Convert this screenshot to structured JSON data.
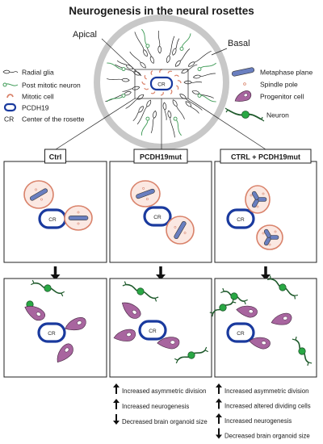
{
  "title": "Neurogenesis in the neural rosettes",
  "rosette": {
    "apical_label": "Apical",
    "basal_label": "Basal",
    "center_label": "CR"
  },
  "legend_left": [
    {
      "icon": "radial-glia-icon",
      "label": "Radial glia"
    },
    {
      "icon": "post-mitotic-neuron-icon",
      "label": "Post mitotic neuron"
    },
    {
      "icon": "mitotic-cell-icon",
      "label": "Mitotic cell"
    },
    {
      "icon": "pcdh19-icon",
      "label": "PCDH19"
    },
    {
      "icon": "cr-abbreviation",
      "prefix": "CR",
      "label": "Center of the rosette"
    }
  ],
  "legend_right": [
    {
      "icon": "metaphase-plane-icon",
      "label": "Metaphase plane"
    },
    {
      "icon": "spindle-pole-icon",
      "label": "Spindle pole"
    },
    {
      "icon": "progenitor-cell-icon",
      "label": "Progenitor cell"
    },
    {
      "icon": "neuron-icon",
      "label": "Neuron"
    }
  ],
  "conditions": [
    {
      "label": "Ctrl",
      "center_label": "CR"
    },
    {
      "label": "PCDH19mut",
      "center_label": "CR"
    },
    {
      "label": "CTRL + PCDH19mut",
      "center_label": "CR"
    }
  ],
  "outcomes": [
    {
      "items": []
    },
    {
      "items": [
        {
          "direction": "up",
          "text": "Increased asymmetric division"
        },
        {
          "direction": "up",
          "text": "Increased neurogenesis"
        },
        {
          "direction": "down",
          "text": "Decreased brain organoid size"
        }
      ]
    },
    {
      "items": [
        {
          "direction": "up",
          "text": "Increased asymmetric division"
        },
        {
          "direction": "up",
          "text": "Increased altered dividing cells"
        },
        {
          "direction": "up",
          "text": "Increased neurogenesis"
        },
        {
          "direction": "down",
          "text": "Decreased brain organoid size"
        }
      ]
    }
  ],
  "colors": {
    "pcdh19": "#1a3a9e",
    "mitotic": "#d9826a",
    "neuron_line": "#3d9a55",
    "neuron_body": "#29a844",
    "progenitor": "#a8659f",
    "metaphase": "#6a7fc0",
    "ring": "#c8c8c8",
    "arrow": "#111111"
  }
}
